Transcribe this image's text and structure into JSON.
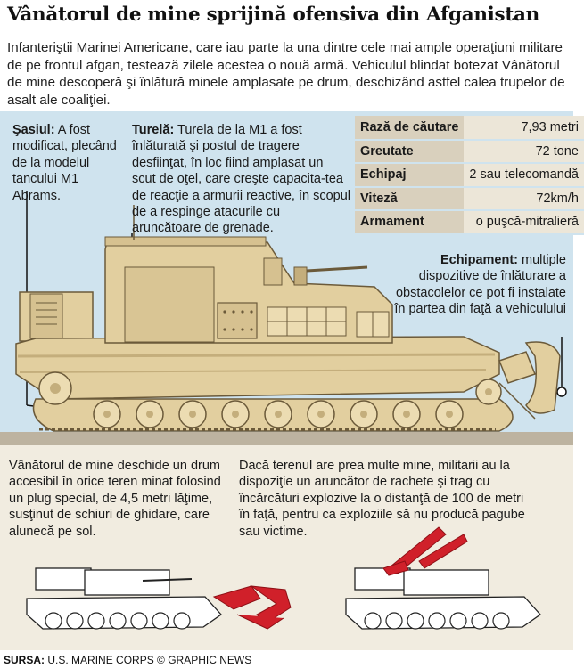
{
  "title": "Vânătorul de mine sprijină ofensiva din Afganistan",
  "intro": "Infanteriştii Marinei Americane, care iau parte la una dintre cele mai ample operaţiuni militare de pe frontul afgan, testează zilele acestea o nouă armă. Vehiculul blindat botezat Vânătorul de mine descoperă şi înlătură minele amplasate pe drum, deschizând astfel calea trupelor de asalt ale coaliţiei.",
  "labels": {
    "sasiu_title": "Şasiul:",
    "sasiu_text": " A fost modificat, plecând de la modelul tancului M1 Abrams.",
    "turela_title": "Turelă:",
    "turela_text": " Turela de la M1 a fost înlăturată şi postul de tragere desfiinţat, în loc fiind amplasat un scut de oţel, care creşte capacita-tea de reacţie a armurii reactive, în scopul de a respinge atacurile cu aruncătoare de grenade.",
    "echip_title": "Echipament:",
    "echip_text": " multiple dispozitive de înlăturare a obstacolelor ce pot fi instalate în partea din faţă a vehiculului"
  },
  "specs": [
    {
      "key": "Rază de căutare",
      "value": "7,93 metri"
    },
    {
      "key": "Greutate",
      "value": "72 tone"
    },
    {
      "key": "Echipaj",
      "value": "2 sau telecomandă"
    },
    {
      "key": "Viteză",
      "value": "72km/h"
    },
    {
      "key": "Armament",
      "value": "o puşcă-mitralieră"
    }
  ],
  "bottom": {
    "left": "Vânătorul de mine deschide un drum accesibil în orice teren minat folosind un plug special, de 4,5 metri lăţime, susţinut de schiuri de ghidare, care alunecă pe sol.",
    "right": "Dacă terenul are prea multe mine, militarii au la dispoziţie un aruncător de rachete şi trag cu încărcături explozive la o distanţă de 100 de metri în faţă, pentru ca exploziile să nu producă pagube sau victime."
  },
  "source": {
    "label": "SURSA:",
    "text": " U.S. MARINE CORPS  © GRAPHIC NEWS"
  },
  "colors": {
    "tank_body": "#e2cf9f",
    "tank_shadow": "#c4ae7c",
    "tank_outline": "#6b5a3a",
    "panel_blue": "#cfe3ee",
    "panel_cream": "#f1ece0",
    "accent_red": "#d0202a"
  }
}
